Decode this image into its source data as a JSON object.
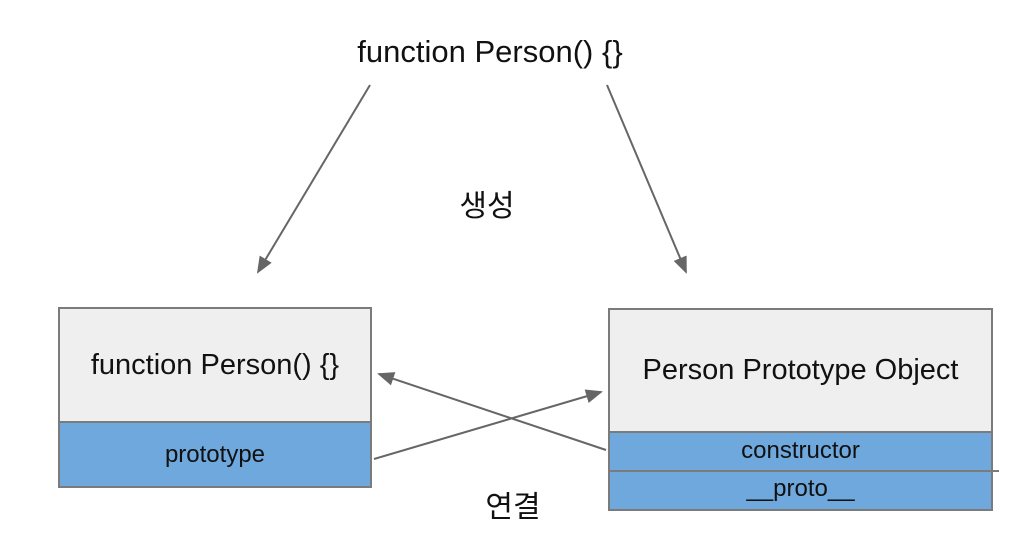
{
  "diagram": {
    "top_label": "function Person() {}",
    "create_label": "생성",
    "link_label": "연결",
    "left_box": {
      "title": "function Person() {}",
      "rows": [
        "prototype"
      ]
    },
    "right_box": {
      "title": "Person Prototype Object",
      "rows": [
        "constructor",
        "__proto__"
      ]
    },
    "colors": {
      "box_header_bg": "#efefef",
      "row_bg": "#6fa8dc",
      "border": "#7b7b7b",
      "arrow": "#666666",
      "text": "#111111",
      "canvas_bg": "#ffffff"
    }
  }
}
